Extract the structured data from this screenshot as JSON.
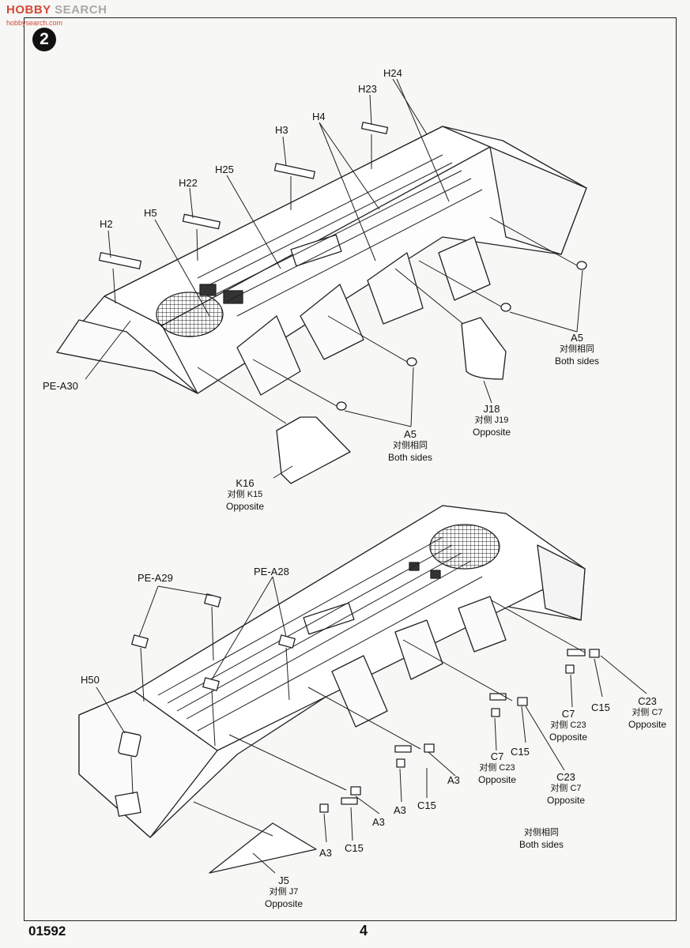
{
  "watermark": {
    "part_a": "HOBBY",
    "part_b": " SEARCH",
    "sub": "hobbysearch.com"
  },
  "step_number": "2",
  "footer": {
    "catalog_number": "01592",
    "page_number": "4"
  },
  "top_callouts": {
    "h2": "H2",
    "h22": "H22",
    "h3": "H3",
    "h4": "H4",
    "h5": "H5",
    "h23": "H23",
    "h24": "H24",
    "h25": "H25",
    "pe_a30": "PE-A30",
    "a5_right": {
      "part": "A5",
      "note_cn": "对侧相同",
      "note_en": "Both sides"
    },
    "a5_center": {
      "part": "A5",
      "note_cn": "对侧相同",
      "note_en": "Both sides"
    },
    "j18": {
      "part": "J18",
      "note_cn": "对侧 J19",
      "note_en": "Opposite"
    },
    "k16": {
      "part": "K16",
      "note_cn": "对侧 K15",
      "note_en": "Opposite"
    }
  },
  "bottom_callouts": {
    "pe_a29": "PE-A29",
    "pe_a28": "PE-A28",
    "h50": "H50",
    "j5": {
      "part": "J5",
      "note_cn": "对侧 J7",
      "note_en": "Opposite"
    },
    "c23_far": {
      "part": "C23",
      "note_cn": "对侧 C7",
      "note_en": "Opposite"
    },
    "c7_upper": {
      "part": "C7",
      "note_cn": "对侧 C23",
      "note_en": "Opposite"
    },
    "c15_upper": "C15",
    "c15_mid": "C15",
    "c7_lower": {
      "part": "C7",
      "note_cn": "对侧 C23",
      "note_en": "Opposite"
    },
    "c23_lower": {
      "part": "C23",
      "note_cn": "对侧 C7",
      "note_en": "Opposite"
    },
    "a3_1": "A3",
    "c15_1": "C15",
    "a3_2": "A3",
    "a3_3": "A3",
    "c15_2": "C15",
    "a3_4": "A3",
    "both_sides": {
      "note_cn": "对侧相同",
      "note_en": "Both sides"
    }
  }
}
